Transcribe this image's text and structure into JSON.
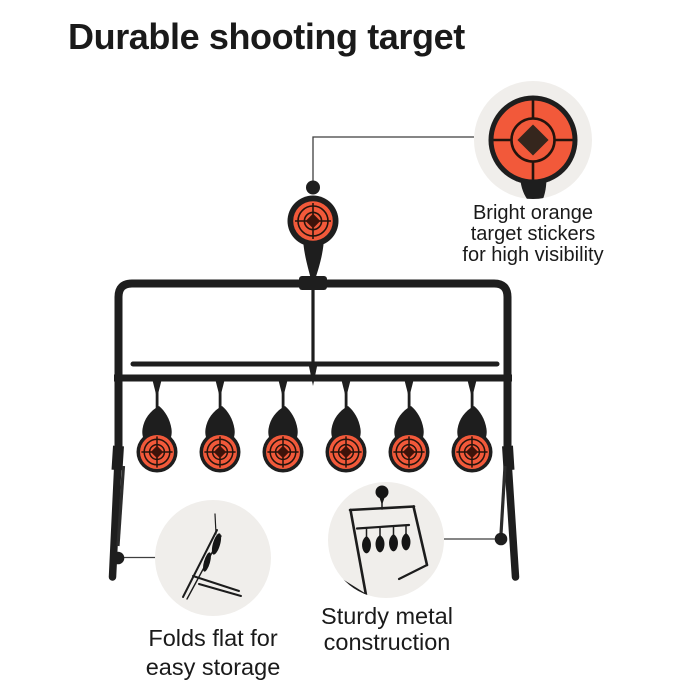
{
  "title": "Durable shooting target",
  "callouts": {
    "sticker": {
      "lines": [
        "Bright orange",
        "target stickers",
        "for high visibility"
      ]
    },
    "fold": {
      "lines": [
        "Folds flat for",
        "easy storage"
      ]
    },
    "sturdy": {
      "lines": [
        "Sturdy metal",
        "construction"
      ]
    }
  },
  "icons": {
    "sticker_icon": "orange-target-sticker-closeup",
    "fold_icon": "folded-flat-stand",
    "sturdy_icon": "metal-stand-outline"
  },
  "colors": {
    "background": "#ffffff",
    "accent_orange": "#f2593a",
    "frame_black": "#1e1e1e",
    "callout_circle_bg": "#f0eeeb",
    "text": "#1a1a1a",
    "target_center": "#3d130a"
  }
}
